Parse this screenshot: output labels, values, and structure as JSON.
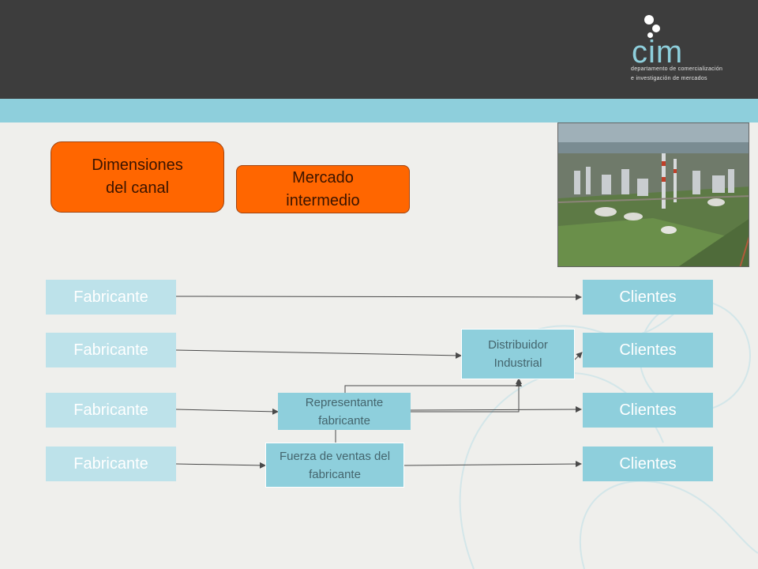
{
  "header": {
    "logo_text": "cim",
    "logo_line1": "departamento de comercialización",
    "logo_line2": "e investigación de mercados"
  },
  "tags": {
    "dimensiones": "Dimensiones del canal",
    "mercado": "Mercado intermedio"
  },
  "rows": [
    {
      "fabricante": "Fabricante",
      "clientes": "Clientes"
    },
    {
      "fabricante": "Fabricante",
      "clientes": "Clientes"
    },
    {
      "fabricante": "Fabricante",
      "clientes": "Clientes"
    },
    {
      "fabricante": "Fabricante",
      "clientes": "Clientes"
    }
  ],
  "intermediaries": {
    "distribuidor": "Distribuidor Industrial",
    "representante": "Representante fabricante",
    "fuerza_ventas": "Fuerza de ventas del fabricante"
  },
  "colors": {
    "header": "#3d3d3d",
    "stripe": "#8ecfdc",
    "accent_orange": "#ff6600",
    "fabricante_box": "#bde2ea",
    "clientes_box": "#8ecfdc"
  }
}
